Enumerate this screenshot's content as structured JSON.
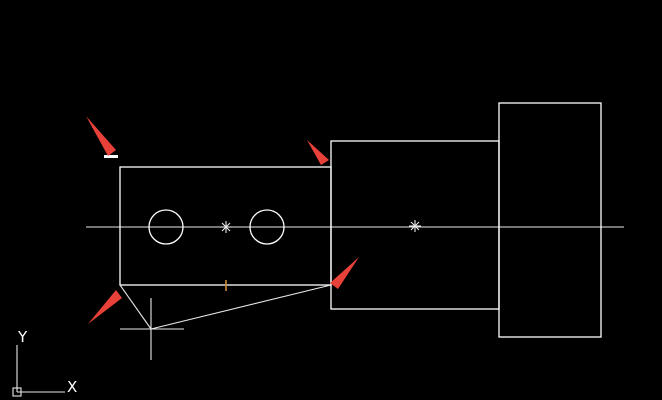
{
  "colors": {
    "background": "#000000",
    "geometry": "#ffffff",
    "arrow": "#e8413a",
    "snap_marker": "#d08a3a"
  },
  "ucs": {
    "x_label": "X",
    "y_label": "Y"
  },
  "annotations": {
    "arrow_count": 4
  }
}
